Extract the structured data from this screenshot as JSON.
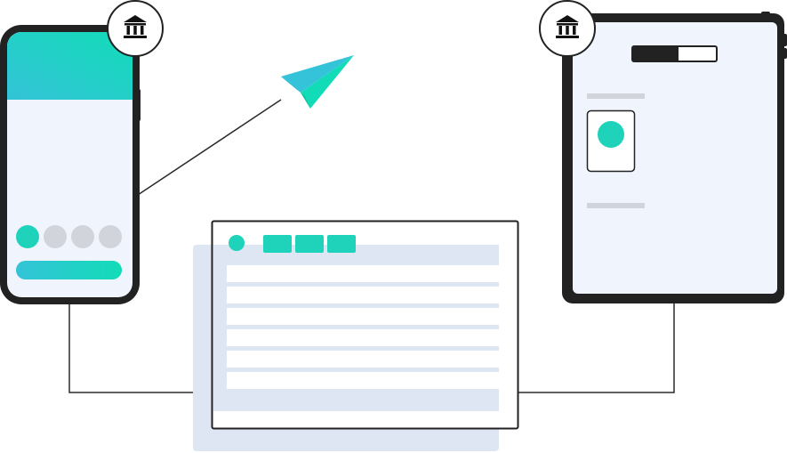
{
  "colors": {
    "ink": "#222222",
    "screen": "#f0f4fd",
    "accent": "#1ed3b9",
    "accent_from": "#34c3d8",
    "accent_to": "#12dcb8",
    "muted": "#d1d4db",
    "panel": "#dfe6f3",
    "line": "#2b2b2b",
    "white": "#ffffff"
  },
  "icons": {
    "phone_badge": "bank-icon",
    "tablet_badge": "bank-icon",
    "send": "paper-plane-icon"
  },
  "phone": {
    "pager_dots": [
      {
        "active": true
      },
      {
        "active": false
      },
      {
        "active": false
      },
      {
        "active": false
      }
    ]
  },
  "tablet": {
    "progress": 0.55
  },
  "document": {
    "tab_count": 3,
    "row_count": 6
  }
}
